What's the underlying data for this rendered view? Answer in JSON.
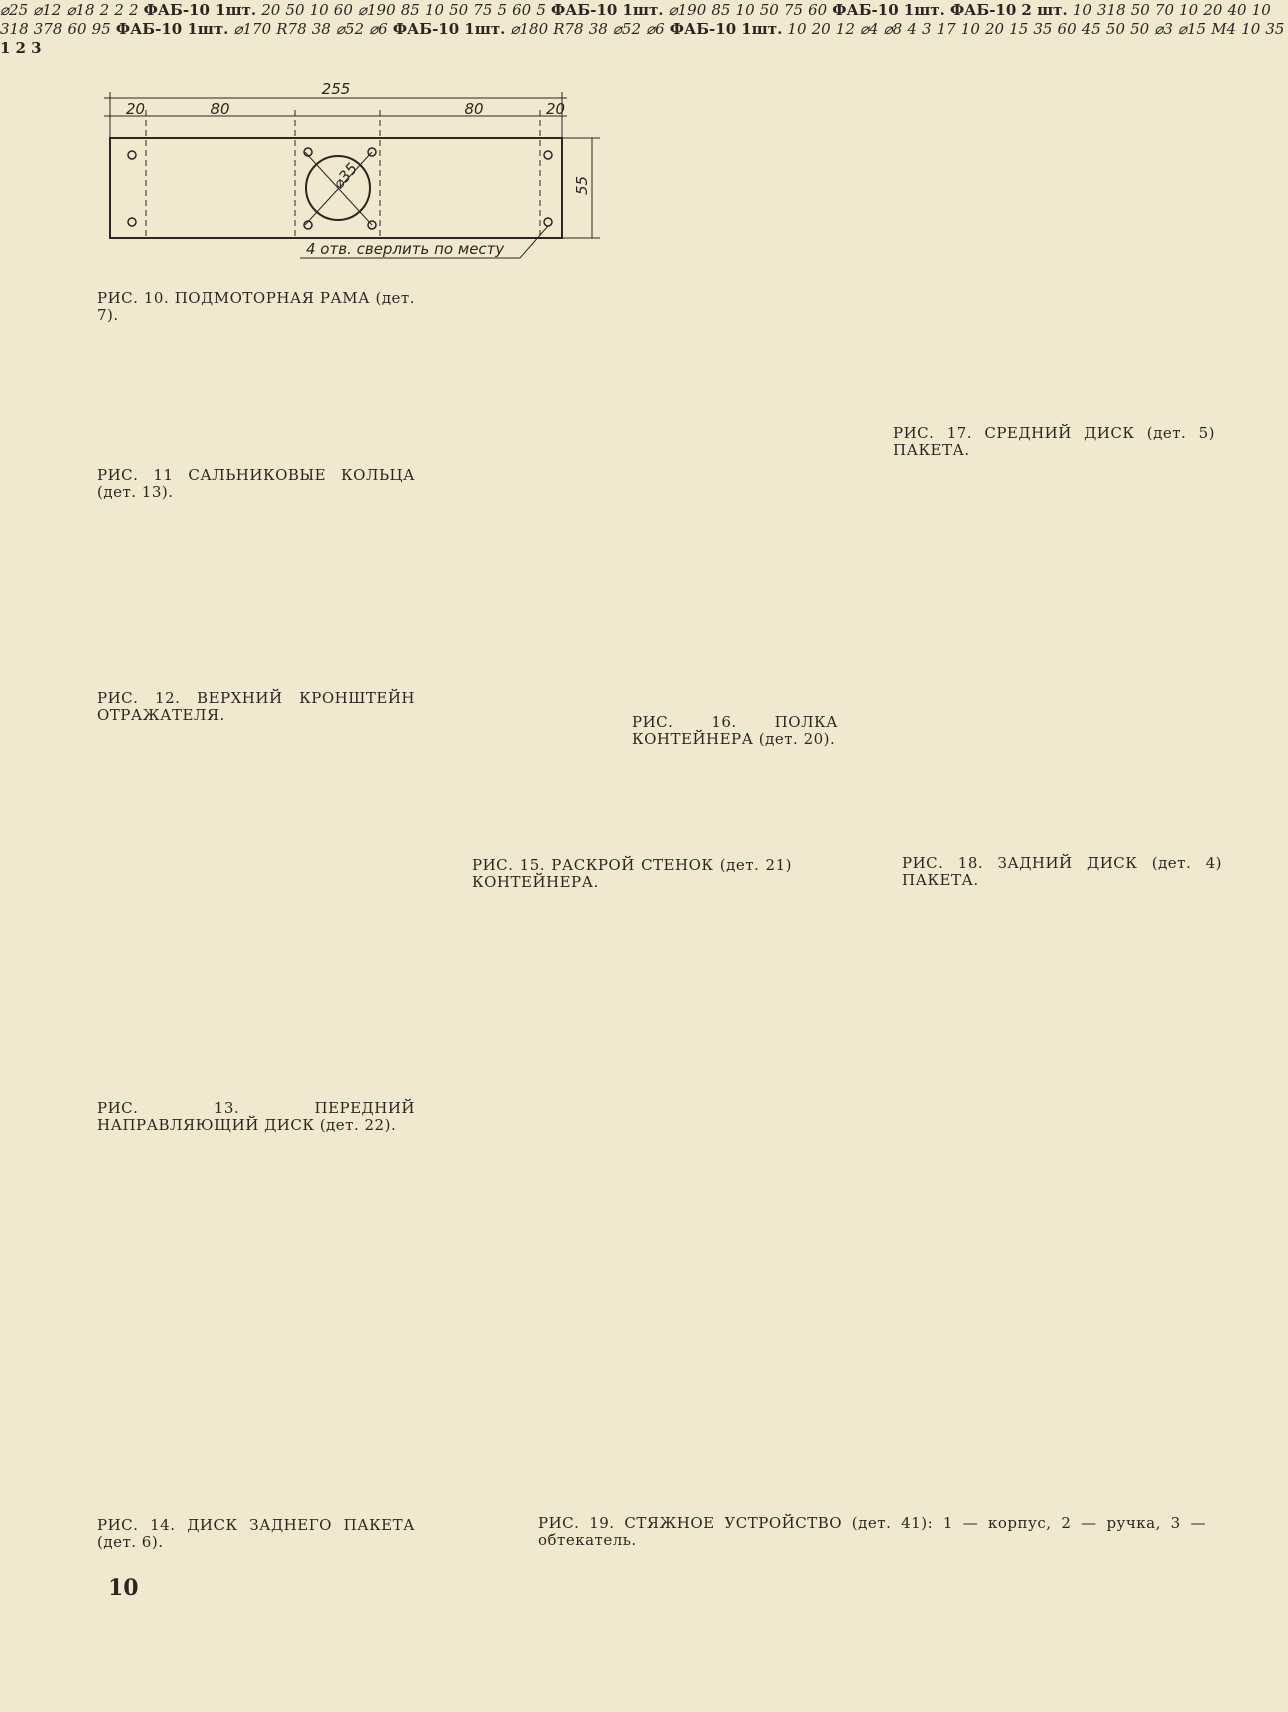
{
  "page_number": "10",
  "captions": {
    "fig10": "РИС. 10. ПОДМОТОРНАЯ РАМА (дет. 7).",
    "fig11": "РИС. 11 САЛЬНИКОВЫЕ КОЛЬЦА (дет. 13).",
    "fig12": "РИС. 12. ВЕРХНИЙ КРОНШТЕЙН ОТРАЖАТЕЛЯ.",
    "fig13": "РИС. 13. ПЕРЕДНИЙ НАПРАВЛЯЮЩИЙ ДИСК (дет. 22).",
    "fig14": "РИС. 14. ДИСК ЗАДНЕГО ПАКЕТА (дет. 6).",
    "fig15": "РИС. 15. РАСКРОЙ СТЕНОК (дет. 21) КОНТЕЙНЕРА.",
    "fig16": "РИС. 16. ПОЛКА КОНТЕЙНЕРА (дет. 20).",
    "fig17": "РИС. 17. СРЕДНИЙ ДИСК (дет. 5) ПАКЕТА.",
    "fig18": "РИС. 18. ЗАДНИЙ ДИСК (дет. 4) ПАКЕТА.",
    "fig19": "РИС. 19. СТЯЖНОЕ УСТРОЙСТВО (дет. 41): 1 — корпус, 2 — ручка, 3 — обтекатель."
  },
  "fig10": {
    "d255": "255",
    "d20a": "20",
    "d80a": "80",
    "d80b": "80",
    "d20b": "20",
    "d55": "55",
    "d35": "⌀35",
    "note": "4 отв. сверлить по месту"
  },
  "fig11": {
    "d25": "⌀25",
    "d12": "⌀12",
    "d18": "⌀18",
    "t1": "2",
    "t2": "2",
    "t3": "2"
  },
  "fig12": {
    "material": "ФАБ-10",
    "qty": "1шт.",
    "d20": "20",
    "d50": "50",
    "d10": "10",
    "d60": "60"
  },
  "fig13": {
    "d190": "⌀190",
    "d85": "85",
    "d10": "10",
    "d50": "50",
    "d75": "75",
    "d5a": "5",
    "d60": "60",
    "d5b": "5",
    "material": "ФАБ-10",
    "qty": "1шт."
  },
  "fig14": {
    "d190": "⌀190",
    "d85": "85",
    "d10": "10",
    "d50": "50",
    "d75": "75",
    "d60": "60",
    "material": "ФАБ-10",
    "qty": "1шт."
  },
  "fig15": {
    "material": "ФАБ-10",
    "qty": "2 шт.",
    "d10a": "10",
    "d318": "318",
    "d50": "50",
    "d70": "70",
    "d10b": "10"
  },
  "fig16": {
    "material": "ФАБ-10",
    "qty": "1шт.",
    "d20": "20",
    "d40": "40",
    "d10": "10",
    "d318": "318",
    "d378": "378",
    "d60": "60",
    "d95": "95"
  },
  "fig17": {
    "d170": "⌀170",
    "r78": "R78",
    "d38": "38",
    "d52": "⌀52",
    "d6": "⌀6",
    "material": "ФАБ-10",
    "qty": "1шт."
  },
  "fig18": {
    "d180": "⌀180",
    "r78": "R78",
    "d38": "38",
    "d52": "⌀52",
    "d6": "⌀6",
    "material": "ФАБ-10",
    "qty": "1шт."
  },
  "fig19": {
    "d10": "10",
    "d20": "20",
    "d12": "12",
    "d4": "⌀4",
    "d8": "⌀8",
    "d4b": "4",
    "d3": "3",
    "d17": "17",
    "d10b": "10",
    "d20b": "20",
    "d15": "15",
    "d35": "35",
    "d60": "60",
    "d45": "45",
    "d50a": "50",
    "d50b": "50",
    "dd3": "⌀3",
    "dd15": "⌀15",
    "m4": "М4",
    "d10c": "10",
    "d35b": "35",
    "n1": "1",
    "n2": "2",
    "n3": "3"
  }
}
